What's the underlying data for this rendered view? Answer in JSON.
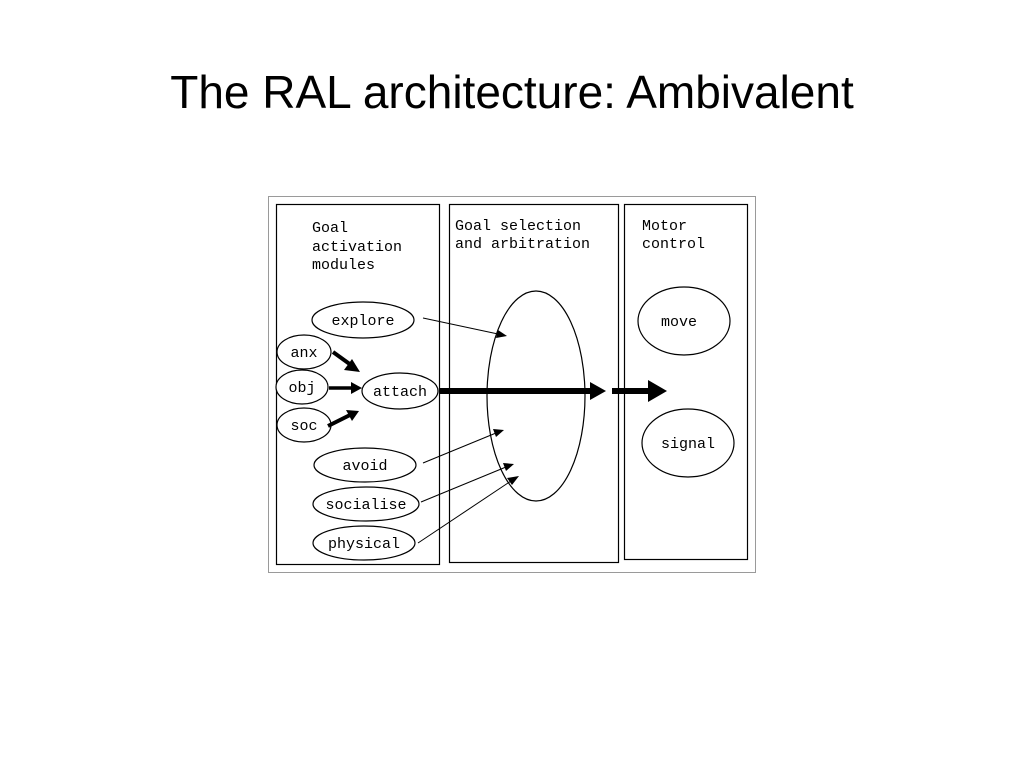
{
  "slide": {
    "title": "The RAL architecture: Ambivalent"
  },
  "diagram": {
    "panels": {
      "goal_activation": {
        "header": [
          "Goal",
          "activation",
          "modules"
        ]
      },
      "goal_selection": {
        "header": [
          "Goal selection",
          "and arbitration"
        ]
      },
      "motor_control": {
        "header": [
          "Motor",
          "control"
        ]
      }
    },
    "nodes": {
      "explore": "explore",
      "anx": "anx",
      "obj": "obj",
      "soc": "soc",
      "attach": "attach",
      "avoid": "avoid",
      "socialise": "socialise",
      "physical": "physical",
      "move": "move",
      "signal": "signal"
    }
  }
}
